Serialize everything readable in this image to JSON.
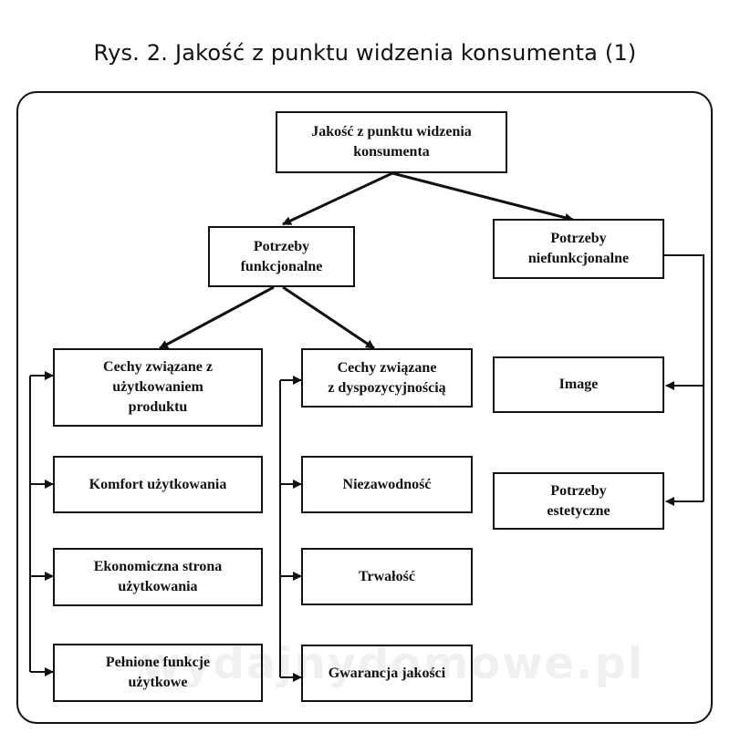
{
  "title": "Rys. 2. Jakość z punktu widzenia konsumenta (1)",
  "nodes": {
    "root": "Jakość z punktu widzenia\nkonsumenta",
    "functional": "Potrzeby\nfunkcjonalne",
    "nonfunctional": "Potrzeby\nniefunkcjonalne",
    "usage": "Cechy związane z\nużytkowaniem\nproduktu",
    "availability": "Cechy związane\nz dyspozycyjnością",
    "comfort": "Komfort użytkowania",
    "economic": "Ekonomiczna strona\nużytkowania",
    "functions": "Pełnione funkcje\nużytkowe",
    "reliability": "Niezawodność",
    "durability": "Trwałość",
    "warranty": "Gwarancja jakości",
    "image": "Image",
    "aesthetic": "Potrzeby\nestetyczne"
  },
  "watermark": "wydajnydomowe.pl",
  "colors": {
    "line": "#111111",
    "background": "#ffffff"
  }
}
